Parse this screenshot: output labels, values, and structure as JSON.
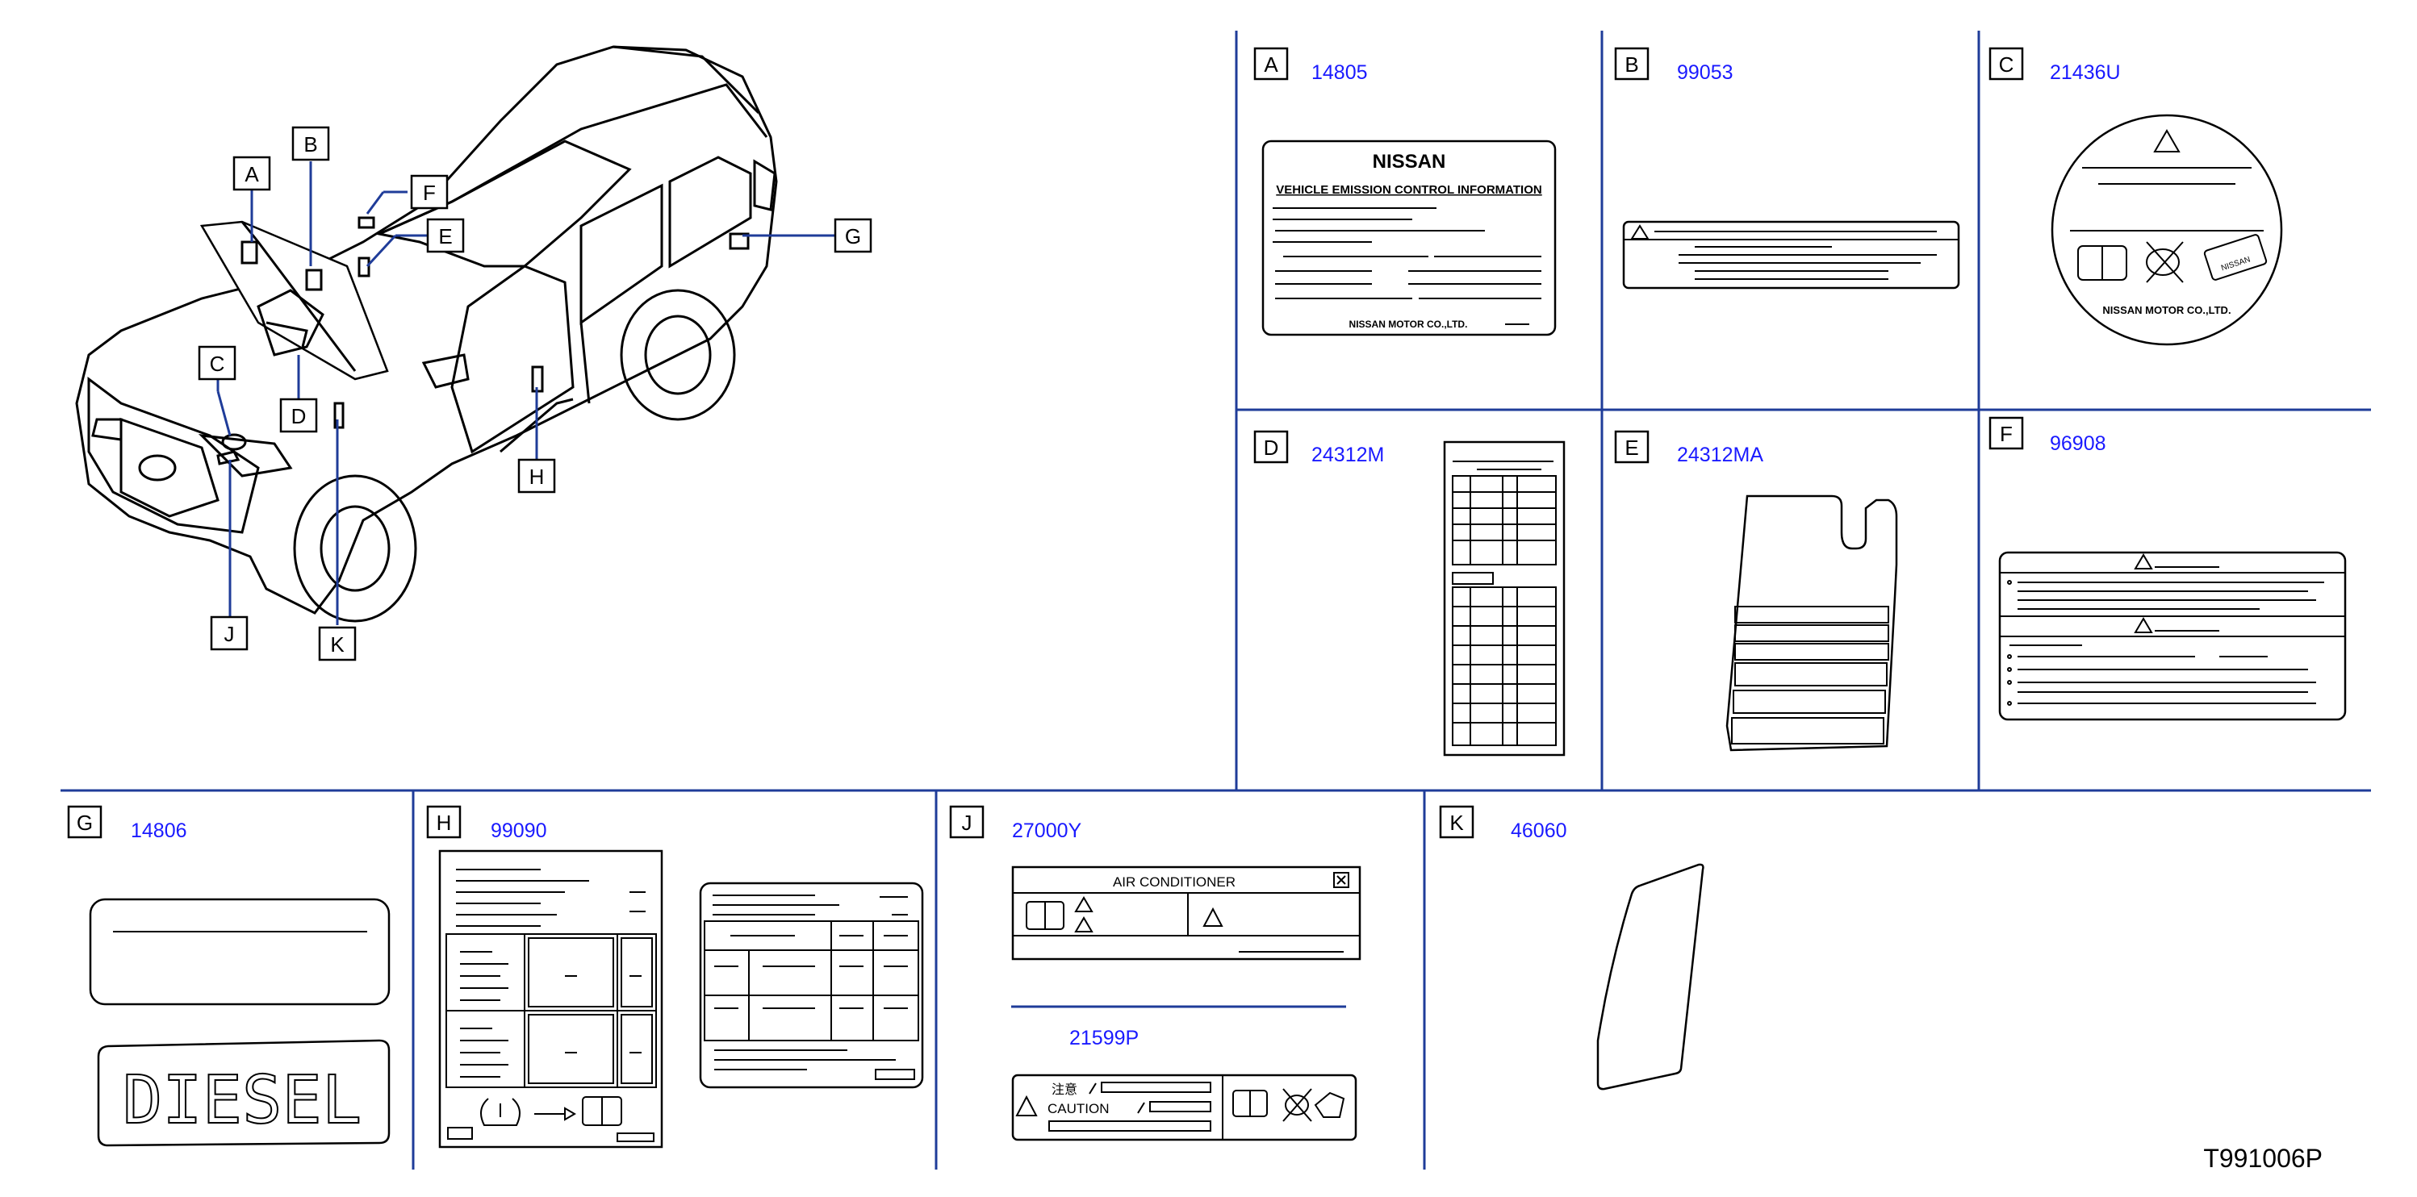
{
  "callouts": [
    "A",
    "B",
    "C",
    "D",
    "E",
    "F",
    "G",
    "H",
    "J",
    "K"
  ],
  "panels": {
    "A": {
      "letter": "A",
      "part": "14805",
      "brand": "NISSAN",
      "heading": "VEHICLE EMISSION CONTROL INFORMATION",
      "footer": "NISSAN MOTOR CO.,LTD."
    },
    "B": {
      "letter": "B",
      "part": "99053"
    },
    "C": {
      "letter": "C",
      "part": "21436U",
      "footer": "NISSAN MOTOR CO.,LTD.",
      "tag": "NISSAN"
    },
    "D": {
      "letter": "D",
      "part": "24312M"
    },
    "E": {
      "letter": "E",
      "part": "24312MA"
    },
    "F": {
      "letter": "F",
      "part": "96908"
    },
    "G": {
      "letter": "G",
      "part": "14806",
      "badge": "DIESEL"
    },
    "H": {
      "letter": "H",
      "part": "99090"
    },
    "J": {
      "letter": "J",
      "part": "27000Y",
      "part2": "21599P",
      "ac_title": "AIR CONDITIONER",
      "caution_jp": "注意",
      "caution_en": "CAUTION"
    },
    "K": {
      "letter": "K",
      "part": "46060"
    }
  },
  "drawing_number": "T991006P",
  "colors": {
    "part_number": "#1a1aff",
    "grid": "#1f3c99"
  }
}
